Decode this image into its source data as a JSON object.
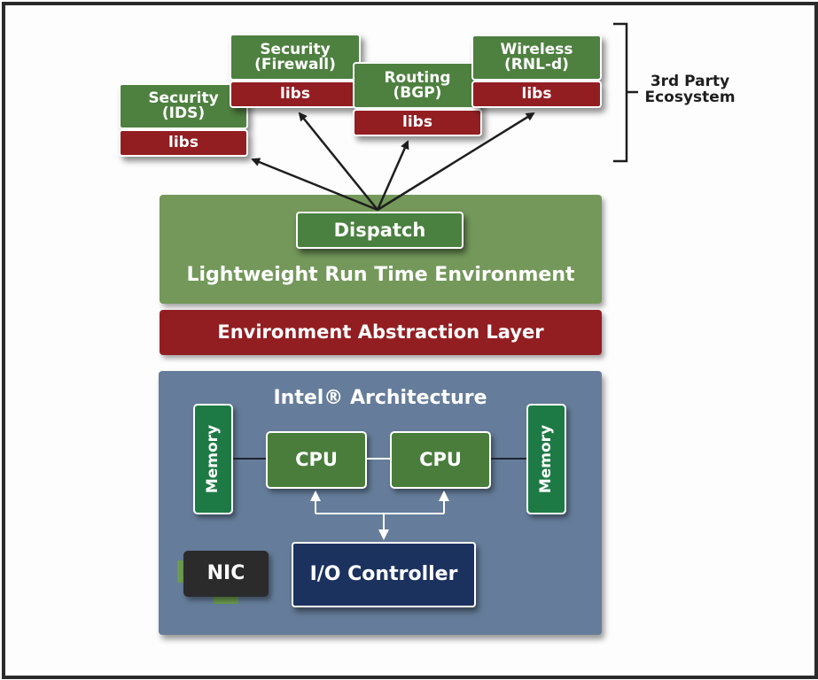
{
  "diagram": {
    "ecosystem_label": "3rd Party Ecosystem",
    "ecosystem_label_lines": [
      "3rd Party",
      "Ecosystem"
    ],
    "apps": [
      {
        "name": "security-ids",
        "title_lines": [
          "Security",
          "(IDS)"
        ],
        "libs": "libs"
      },
      {
        "name": "security-firewall",
        "title_lines": [
          "Security",
          "(Firewall)"
        ],
        "libs": "libs"
      },
      {
        "name": "routing-bgp",
        "title_lines": [
          "Routing",
          "(BGP)"
        ],
        "libs": "libs"
      },
      {
        "name": "wireless-rnl-d",
        "title_lines": [
          "Wireless",
          "(RNL-d)"
        ],
        "libs": "libs"
      }
    ],
    "dispatch_label": "Dispatch",
    "runtime_label": "Lightweight Run Time Environment",
    "eal_label": "Environment Abstraction Layer",
    "hardware": {
      "title": "Intel® Architecture",
      "memory_left": "Memory",
      "memory_right": "Memory",
      "cpu_left": "CPU",
      "cpu_right": "CPU",
      "io_controller": "I/O Controller",
      "nic": "NIC"
    },
    "colors": {
      "app_green": "#4e8040",
      "libs_red": "#931e22",
      "runtime_green": "#73985a",
      "eal_red": "#931e22",
      "architecture_blue": "#657d9a",
      "memory_green": "#1e7a45",
      "io_navy": "#1b325f",
      "nic_dark": "#2b2b2b"
    }
  }
}
